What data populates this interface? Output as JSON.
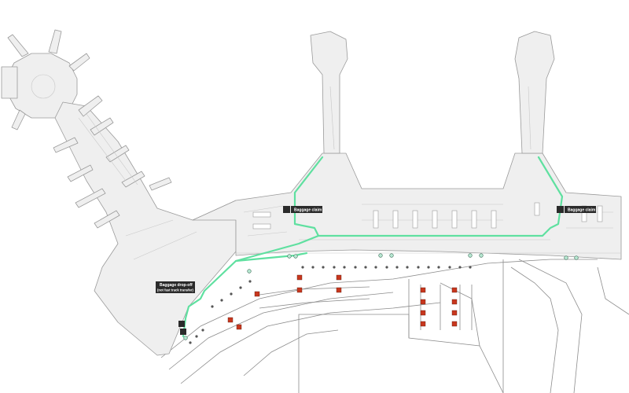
{
  "map": {
    "colors": {
      "background": "#ffffff",
      "terminal_fill": "#efefef",
      "terminal_stroke": "#9a9a9a",
      "interior_line": "#c8c8c8",
      "route": "#5fe0a0",
      "label_bg": "#2b2b2b",
      "bus_stop": "#c8371e",
      "road_line": "#8c8c8c",
      "pillar": "#555555"
    },
    "labels": {
      "baggage_claim_west": "Baggage claim",
      "baggage_claim_east": "Baggage claim",
      "dropoff_line1": "Baggage drop-off",
      "dropoff_line2": "(not fast track transfer)"
    },
    "icons": {
      "baggage_claim": "baggage-claim-icon",
      "dropoff": "baggage-dropoff-icon",
      "route_node": "route-node-icon",
      "bus_stop": "bus-stop-icon"
    }
  }
}
